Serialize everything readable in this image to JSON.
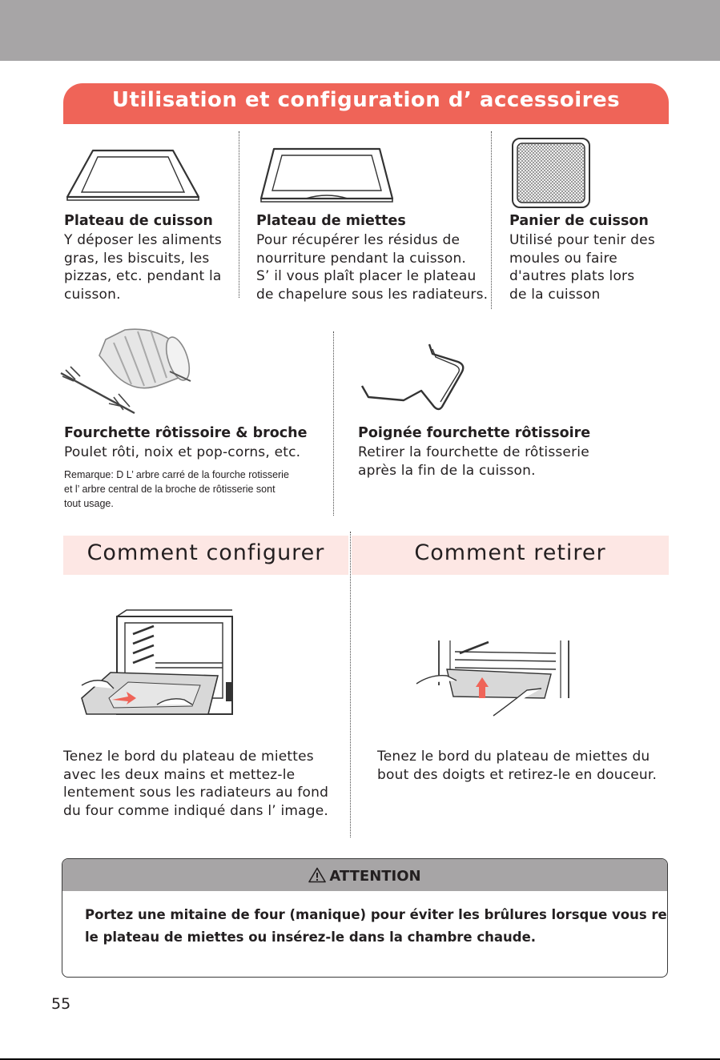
{
  "title": "Utilisation et configuration d’ accessoires",
  "accessories": [
    {
      "name": "Plateau de cuisson",
      "icon": "baking-tray-icon",
      "lines": [
        "Y déposer les aliments",
        "gras, les biscuits, les",
        "pizzas, etc. pendant la",
        "cuisson."
      ]
    },
    {
      "name": "Plateau de miettes",
      "icon": "crumb-tray-icon",
      "lines": [
        "Pour récupérer les résidus de",
        "nourriture pendant la cuisson.",
        "S’ il vous plaît placer le plateau",
        "de chapelure sous les radiateurs."
      ]
    },
    {
      "name": "Panier de cuisson",
      "icon": "cooking-basket-icon",
      "lines": [
        "Utilisé pour tenir des",
        "moules ou faire",
        "d'autres plats lors",
        "de la cuisson"
      ]
    },
    {
      "name": "Fourchette rôtissoire & broche",
      "icon": "rotisserie-fork-spit-icon",
      "lines": [
        "Poulet rôti, noix et pop-corns, etc."
      ],
      "note_lines": [
        "Remarque: D L’ arbre carré de la fourche rotisserie",
        "et l’ arbre central de la broche de rôtisserie sont",
        "tout usage."
      ]
    },
    {
      "name": "Poignée fourchette rôtissoire",
      "icon": "rotisserie-handle-icon",
      "lines": [
        "Retirer la fourchette de rôtisserie",
        "après la fin de la cuisson."
      ]
    }
  ],
  "howto": {
    "install": {
      "heading": "Comment configurer",
      "icon": "oven-insert-tray-icon",
      "lines": [
        "Tenez le bord du plateau de miettes",
        "avec les deux mains et mettez-le",
        "lentement sous les radiateurs au fond",
        "du four comme indiqué dans l’ image."
      ]
    },
    "remove": {
      "heading": "Comment retirer",
      "icon": "oven-remove-tray-icon",
      "lines": [
        "Tenez le bord du plateau de miettes du",
        "bout des doigts et retirez-le en douceur."
      ]
    }
  },
  "attention": {
    "label": "ATTENTION",
    "icon": "warning-triangle-icon",
    "lines": [
      "Portez une mitaine de four (manique) pour éviter les brûlures lorsque vous retirez",
      "le plateau de miettes ou insérez-le dans la chambre chaude."
    ]
  },
  "page_number": "55",
  "colors": {
    "header_band": "#a7a5a6",
    "title_bar": "#ef6458",
    "section_head": "#fde7e4"
  }
}
